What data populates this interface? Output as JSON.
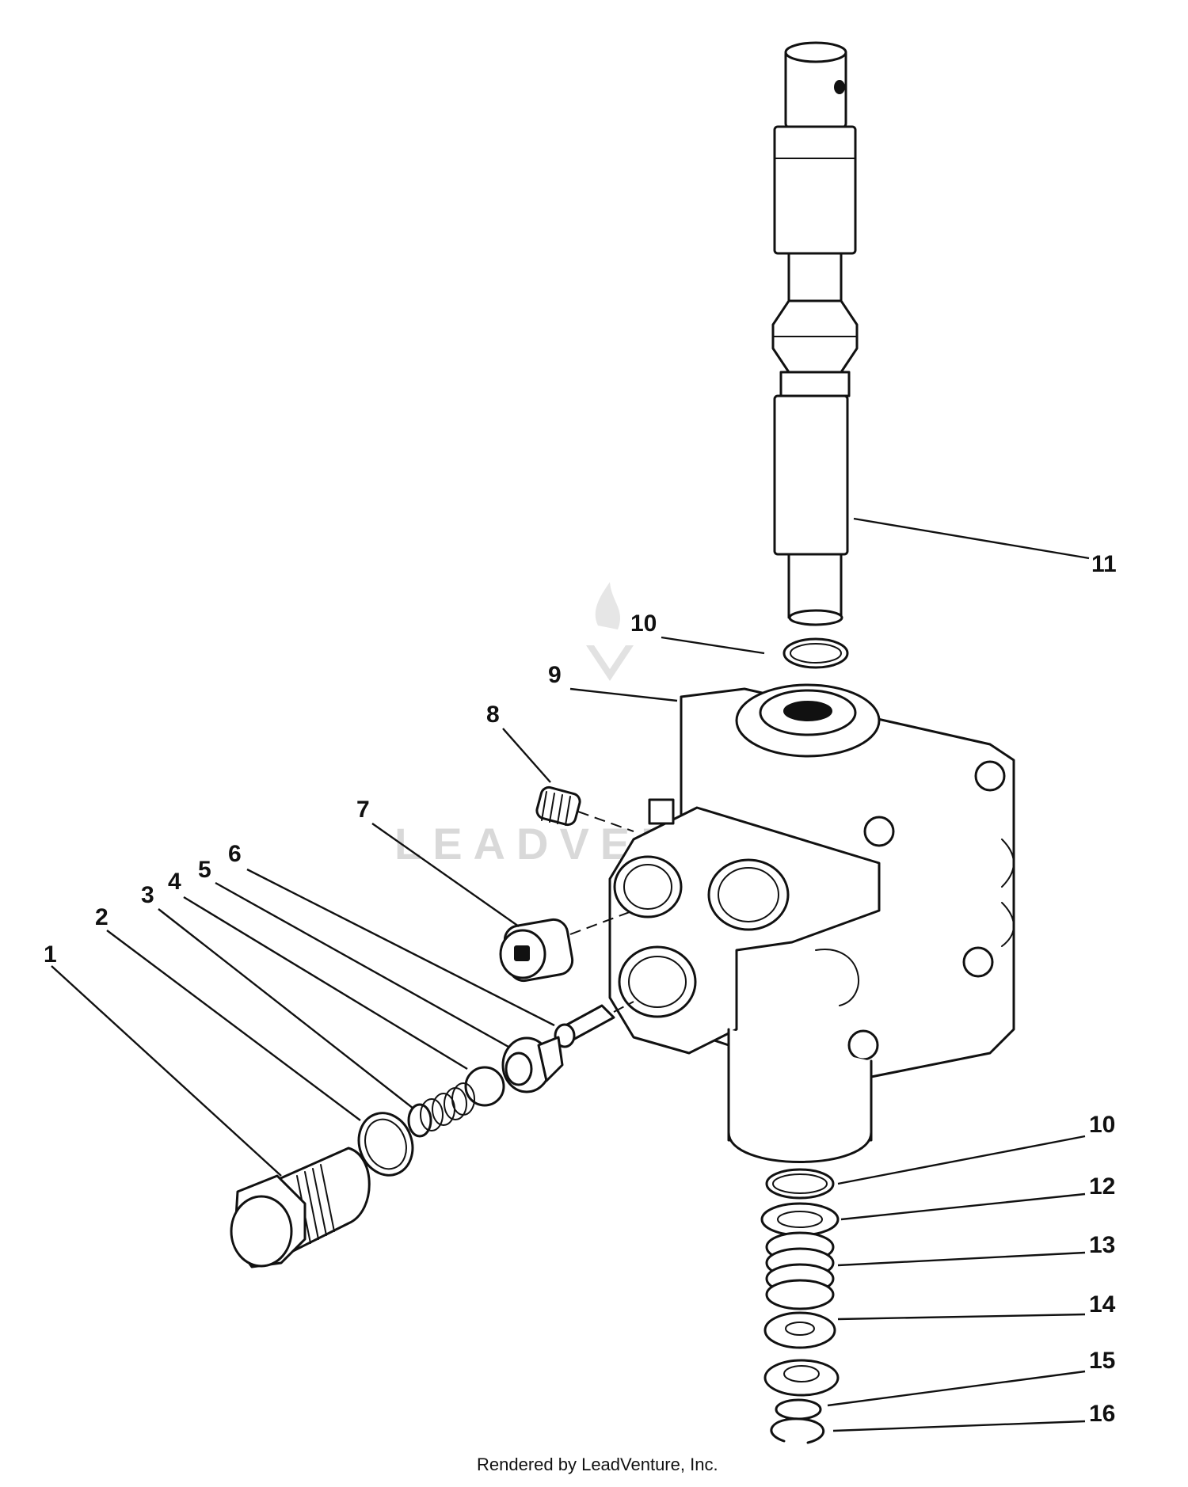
{
  "callouts": [
    {
      "id": "1",
      "label": "1"
    },
    {
      "id": "2",
      "label": "2"
    },
    {
      "id": "3",
      "label": "3"
    },
    {
      "id": "4",
      "label": "4"
    },
    {
      "id": "5",
      "label": "5"
    },
    {
      "id": "6",
      "label": "6"
    },
    {
      "id": "7",
      "label": "7"
    },
    {
      "id": "8",
      "label": "8"
    },
    {
      "id": "9",
      "label": "9"
    },
    {
      "id": "10a",
      "label": "10"
    },
    {
      "id": "11",
      "label": "11"
    },
    {
      "id": "10b",
      "label": "10"
    },
    {
      "id": "12",
      "label": "12"
    },
    {
      "id": "13",
      "label": "13"
    },
    {
      "id": "14",
      "label": "14"
    },
    {
      "id": "15",
      "label": "15"
    },
    {
      "id": "16",
      "label": "16"
    }
  ],
  "watermark": "LEADVENTURE",
  "footer": "Rendered by LeadVenture, Inc.",
  "colors": {
    "ink": "#111111",
    "watermark": "#d9d9d9",
    "background": "#ffffff"
  }
}
